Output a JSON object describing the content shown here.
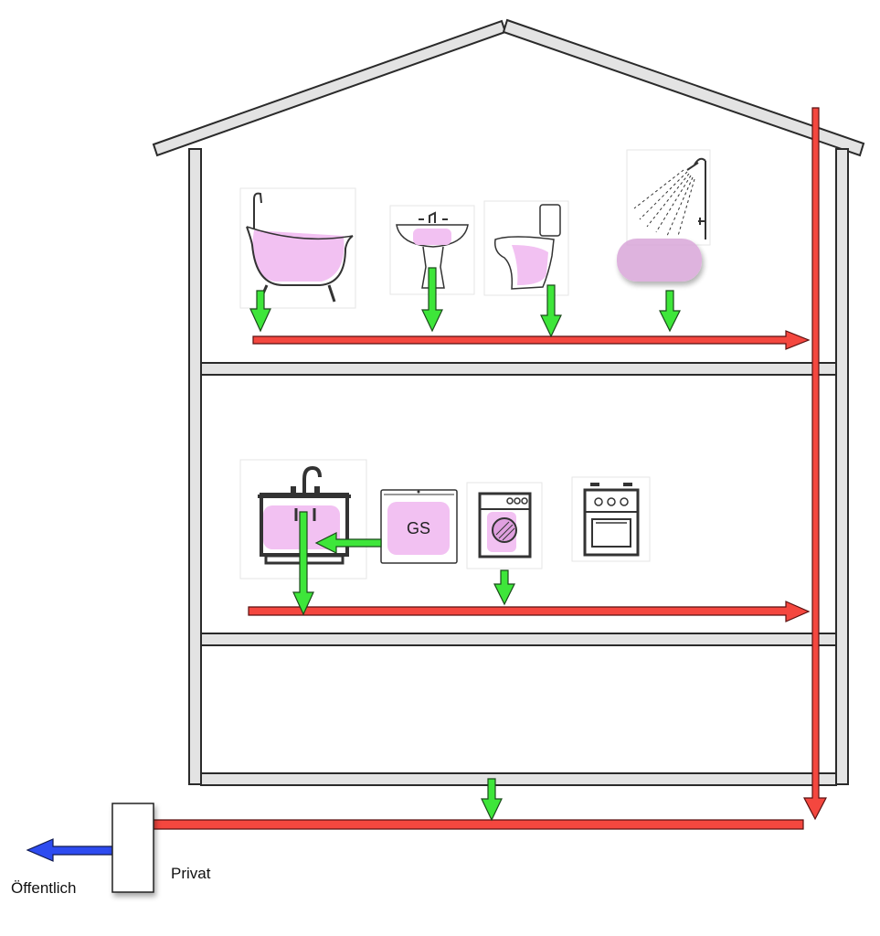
{
  "labels": {
    "private": "Privat",
    "public": "Öffentlich",
    "dishwasher": "GS"
  },
  "colors": {
    "wastewater_pipe": "#f4473f",
    "drain_flow": "#3ee63a",
    "public_sewer": "#2d4bf0",
    "fixture_water": "#f0b8f0",
    "wall_fill": "#e3e3e3",
    "wall_stroke": "#2a2a2a"
  },
  "fixtures": {
    "upper_floor": [
      "bathtub-icon",
      "washbasin-icon",
      "toilet-icon",
      "shower-icon"
    ],
    "middle_floor": [
      "kitchen-sink-icon",
      "dishwasher-icon",
      "washing-machine-icon",
      "stove-icon"
    ]
  }
}
